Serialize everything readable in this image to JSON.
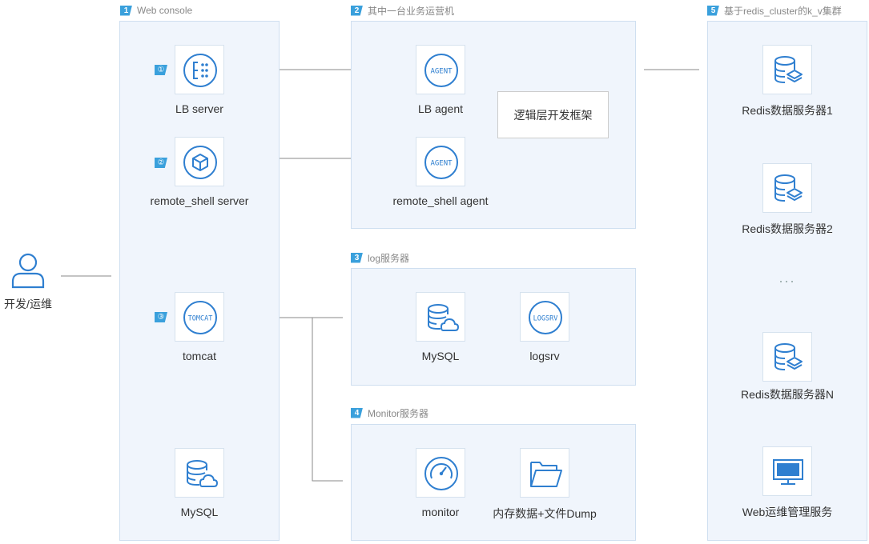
{
  "sections": {
    "web_console": {
      "num": "1",
      "title": "Web console"
    },
    "business": {
      "num": "2",
      "title": "其中一台业务运营机"
    },
    "log": {
      "num": "3",
      "title": "log服务器"
    },
    "monitor": {
      "num": "4",
      "title": "Monitor服务器"
    },
    "redis": {
      "num": "5",
      "title": "基于redis_cluster的k_v集群"
    }
  },
  "user": {
    "label": "开发/运维"
  },
  "steps": [
    "①",
    "②",
    "③"
  ],
  "nodes": {
    "lb_server": "LB server",
    "remote_shell_server": "remote_shell server",
    "tomcat": "tomcat",
    "console_mysql": "MySQL",
    "lb_agent": "LB agent",
    "remote_shell_agent": "remote_shell agent",
    "framework": "逻辑层开发框架",
    "log_mysql": "MySQL",
    "logsrv": "logsrv",
    "monitor": "monitor",
    "dump": "内存数据+文件Dump",
    "redis1": "Redis数据服务器1",
    "redis2": "Redis数据服务器2",
    "redis_ellipsis": "...",
    "redisN": "Redis数据服务器N",
    "web_ops": "Web运维管理服务"
  },
  "icon_text": {
    "agent": "AGENT",
    "tomcat": "TOMCAT",
    "logsrv": "LOGSRV"
  },
  "colors": {
    "icon": "#2f7fd0",
    "badge": "#3aa0dc",
    "panel": "#f0f5fc",
    "line": "#888888"
  }
}
